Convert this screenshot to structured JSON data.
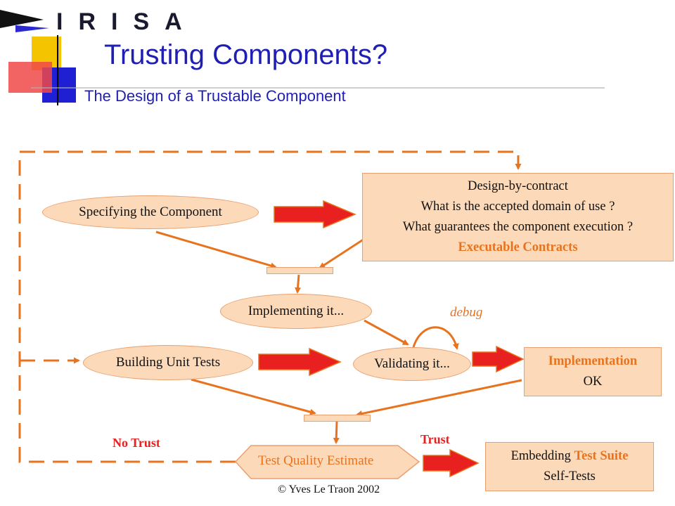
{
  "logo": {
    "text": "IRISA"
  },
  "title": "Trusting Components?",
  "subtitle": "The Design of a Trustable Component",
  "nodes": {
    "specifying": "Specifying the Component",
    "implementing": "Implementing it...",
    "building_tests": "Building Unit Tests",
    "validating": "Validating it...",
    "test_quality": "Test Quality Estimate"
  },
  "contract_box": {
    "line1": "Design-by-contract",
    "line2": "What is the accepted domain of use ?",
    "line3": "What guarantees the component execution ?",
    "line4": "Executable Contracts"
  },
  "impl_box": {
    "line1": "Implementation",
    "line2": "OK"
  },
  "embed_box": {
    "line1_prefix": "Embedding",
    "line1_accent": "Test Suite",
    "line2": "Self-Tests"
  },
  "labels": {
    "debug": "debug",
    "no_trust": "No Trust",
    "trust": "Trust"
  },
  "footer": "© Yves Le Traon 2002",
  "colors": {
    "title_blue": "#1f1fb4",
    "node_fill": "#fcd9b8",
    "orange": "#e8731f",
    "red_arrow": "#e8201f"
  }
}
